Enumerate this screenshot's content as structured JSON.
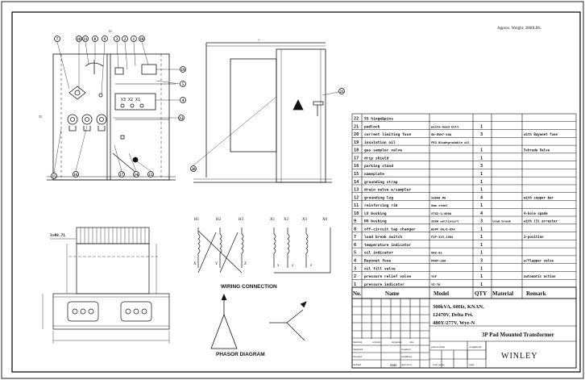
{
  "header": {
    "weight_note": "Approx. Weight: 2800LBS."
  },
  "balloons": {
    "top_row": [
      "7",
      "10",
      "11",
      "8",
      "9",
      "3",
      "2",
      "1",
      "18"
    ],
    "right_col": [
      "19",
      "5",
      "4",
      "12"
    ],
    "bottom_row": [
      "15",
      "16",
      "17",
      "14",
      "13"
    ],
    "side_view": [
      "20",
      "21"
    ]
  },
  "dims": {
    "left": "55",
    "top": "61",
    "bottom_side": "3×Φ8.71"
  },
  "wiring": {
    "title": "WIRING CONNECTION",
    "primary_terminals": [
      "H1",
      "H2",
      "H3"
    ],
    "primary_ends": [
      "X",
      "Y",
      "Z"
    ],
    "secondary_terminals": [
      "X1",
      "X2",
      "X3",
      "X0"
    ],
    "secondary_ends": [
      "x",
      "y",
      "z"
    ]
  },
  "phasor": {
    "title": "PHASOR DIAGRAM"
  },
  "bom": {
    "headers": {
      "no": "No.",
      "name": "Name",
      "model": "Model",
      "qty": "QTY",
      "material": "Material",
      "remark": "Remark"
    },
    "rows": [
      {
        "no": "22",
        "name": "SS hinge&pins",
        "model": "",
        "qty": "",
        "material": "",
        "remark": ""
      },
      {
        "no": "21",
        "name": "padlock",
        "model": "penta-head bolt",
        "qty": "1",
        "material": "",
        "remark": ""
      },
      {
        "no": "20",
        "name": "current limiting fuse",
        "model": "GK-ENH7-40A",
        "qty": "3",
        "material": "",
        "remark": "with Bayonet fuse"
      },
      {
        "no": "19",
        "name": "insulation oil",
        "model": "FR3 Biodegradable oil",
        "qty": "",
        "material": "",
        "remark": ""
      },
      {
        "no": "18",
        "name": "gas sampler valve",
        "model": "",
        "qty": "1",
        "material": "",
        "remark": "Schrade Valve"
      },
      {
        "no": "17",
        "name": "drip shield",
        "model": "",
        "qty": "1",
        "material": "",
        "remark": ""
      },
      {
        "no": "16",
        "name": "parking stand",
        "model": "",
        "qty": "3",
        "material": "",
        "remark": ""
      },
      {
        "no": "15",
        "name": "nameplate",
        "model": "",
        "qty": "1",
        "material": "",
        "remark": ""
      },
      {
        "no": "14",
        "name": "grounding strap",
        "model": "",
        "qty": "1",
        "material": "",
        "remark": ""
      },
      {
        "no": "13",
        "name": "drain valve w/sampler",
        "model": "",
        "qty": "1",
        "material": "",
        "remark": ""
      },
      {
        "no": "12",
        "name": "grounding lug",
        "model": "SGD4A M8",
        "qty": "4",
        "material": "",
        "remark": "with copper bar"
      },
      {
        "no": "11",
        "name": "reinforcing rib",
        "model": "8mm steel",
        "qty": "1",
        "material": "",
        "remark": ""
      },
      {
        "no": "10",
        "name": "LV bushing",
        "model": "XTG2-1/400A",
        "qty": "4",
        "material": "",
        "remark": "4-hole spade"
      },
      {
        "no": "9",
        "name": "HV bushing",
        "model": "200A wellinsert",
        "qty": "3",
        "material": "load break",
        "remark": "with (3) arrester"
      },
      {
        "no": "8",
        "name": "off-circuit tap changer",
        "model": "WSPF 60/6-6X4",
        "qty": "1",
        "material": "",
        "remark": ""
      },
      {
        "no": "7",
        "name": "load break switch",
        "model": "FZF-315,15KV",
        "qty": "1",
        "material": "",
        "remark": "2-position"
      },
      {
        "no": "6",
        "name": "temperature indicator",
        "model": "",
        "qty": "1",
        "material": "",
        "remark": ""
      },
      {
        "no": "5",
        "name": "oil indicator",
        "model": "UHZ-01",
        "qty": "1",
        "material": "",
        "remark": ""
      },
      {
        "no": "4",
        "name": "Bayonet fuse",
        "model": "FHNT-20A",
        "qty": "3",
        "material": "",
        "remark": "w/flapper valve"
      },
      {
        "no": "3",
        "name": "oil fill valve",
        "model": "",
        "qty": "1",
        "material": "",
        "remark": ""
      },
      {
        "no": "2",
        "name": "pressure relief valve",
        "model": "YSF",
        "qty": "1",
        "material": "",
        "remark": "automatic action"
      },
      {
        "no": "1",
        "name": "pressure indicator",
        "model": "YZ-70",
        "qty": "1",
        "material": "",
        "remark": ""
      }
    ]
  },
  "title_block": {
    "spec_lines": [
      "300kVA, 60Hz, KNAN,",
      "12470V, Delta Pri.",
      "480Y/277V, Wye-N"
    ],
    "product": "3P Pad Mounted Transformer",
    "company": "WINLEY",
    "labels": {
      "marking": "marking",
      "revision": "revision",
      "signature": "signature",
      "date": "date",
      "designed": "designed",
      "standard": "standard",
      "checked": "checked",
      "examined": "examined",
      "approved": "approved",
      "audited": "audited",
      "pattern_mark": "pattern mark",
      "weight": "weight",
      "scale": "scale",
      "total_pages": "total pages",
      "page": "page",
      "date2": "date"
    }
  }
}
